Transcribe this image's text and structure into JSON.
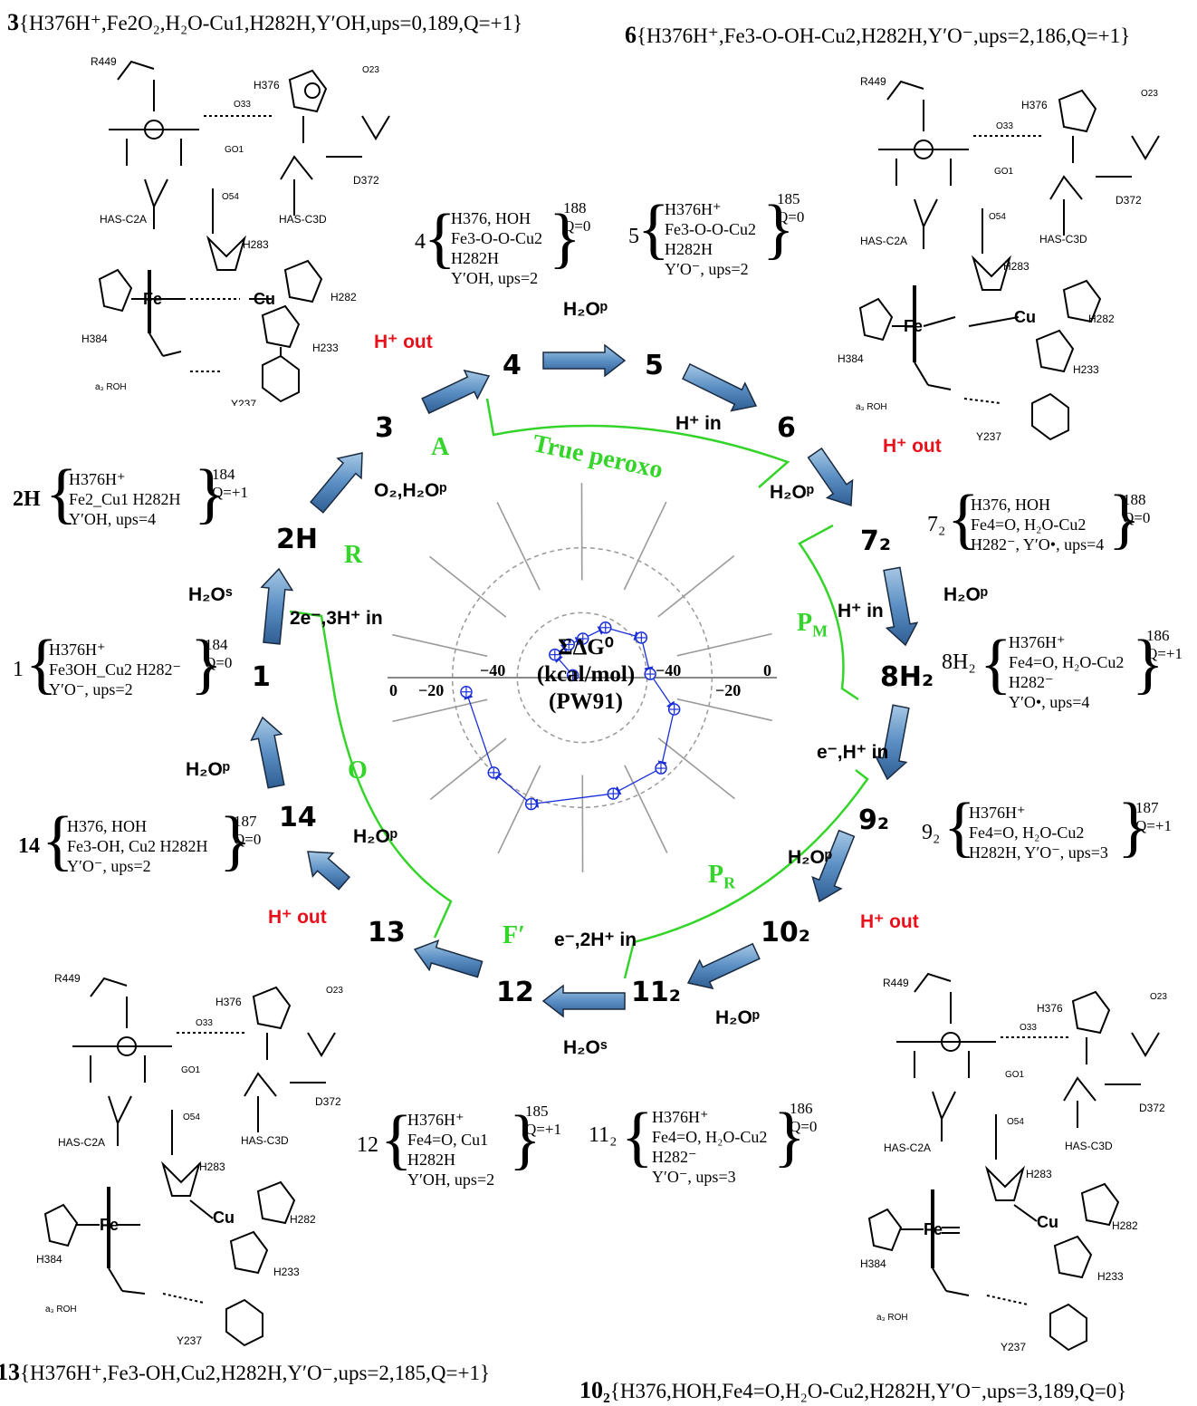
{
  "headers": {
    "tl": {
      "num": "3",
      "text": "{H376H⁺,Fe2O₂,H₂O-Cu1,H282H,Y′OH,ups=0,189,Q=+1}"
    },
    "tr": {
      "num": "6",
      "text": "{H376H⁺,Fe3-O-OH-Cu2,H282H,Y′O⁻,ups=2,186,Q=+1}"
    },
    "bl": {
      "num": "13",
      "text": "{H376H⁺,Fe3-OH,Cu2,H282H,Y′O⁻,ups=2,185,Q=+1}"
    },
    "br": {
      "num": "10₂",
      "text": "{H376,HOH,Fe4=O,H₂O-Cu2,H282H,Y′O⁻,ups=3,189,Q=0}"
    }
  },
  "states": {
    "s3": "3",
    "s4": "4",
    "s5": "5",
    "s6": "6",
    "s7": "7₂",
    "s8": "8H₂",
    "s9": "9₂",
    "s10": "10₂",
    "s11": "11₂",
    "s12": "12",
    "s13": "13",
    "s14": "14",
    "s1": "1",
    "s2H": "2H"
  },
  "phases": {
    "A": "A",
    "true_peroxo": "True peroxo",
    "PM": "P",
    "PM_sub": "M",
    "PR": "P",
    "PR_sub": "R",
    "Fp": "F′",
    "O": "O",
    "R": "R"
  },
  "reagents": {
    "hout_top": "H⁺ out",
    "h2op_top": "H₂Oᵖ",
    "hin_5": "H⁺ in",
    "h2op_6": "H₂Oᵖ",
    "hout_6": "H⁺ out",
    "hin_7": "H⁺ in",
    "h2op_7": "H₂Oᵖ",
    "ehin_8": "e⁻,H⁺ in",
    "h2op_9": "H₂Oᵖ",
    "hout_9": "H⁺ out",
    "h2op_10": "H₂Oᵖ",
    "e2hin_11": "e⁻,2H⁺ in",
    "h2os_12": "H₂Oˢ",
    "h2op_13": "H₂Oᵖ",
    "hout_13": "H⁺ out",
    "h2op_14": "H₂Oᵖ",
    "h2os_1": "H₂Oˢ",
    "e3hin_1": "2e⁻,3H⁺ in",
    "o2h2op_2H": "O₂,H₂Oᵖ"
  },
  "boxes": {
    "b4": {
      "lead": "4",
      "lines": [
        "H376, HOH",
        "Fe3-O-O-Cu2",
        "H282H",
        "Y′OH, ups=2"
      ],
      "num": "188",
      "q": "Q=0"
    },
    "b5": {
      "lead": "5",
      "lines": [
        "H376H⁺",
        "Fe3-O-O-Cu2",
        "H282H",
        "Y′O⁻, ups=2"
      ],
      "num": "185",
      "q": "Q=0"
    },
    "b2H": {
      "lead": "2H",
      "lines": [
        "H376H⁺",
        "Fe2_Cu1 H282H",
        "Y′OH, ups=4"
      ],
      "num": "184",
      "q": "Q=+1"
    },
    "b7": {
      "lead": "7₂",
      "lines": [
        "H376, HOH",
        "Fe4=O, H₂O-Cu2",
        "H282⁻, Y′O•, ups=4"
      ],
      "num": "188",
      "q": "Q=0"
    },
    "b1": {
      "lead": "1",
      "lines": [
        "H376H⁺",
        "Fe3OH_Cu2 H282⁻",
        "Y′O⁻, ups=2"
      ],
      "num": "184",
      "q": "Q=0"
    },
    "b8": {
      "lead": "8H₂",
      "lines": [
        "H376H⁺",
        "Fe4=O, H₂O-Cu2",
        "H282⁻",
        "Y′O•, ups=4"
      ],
      "num": "186",
      "q": "Q=+1"
    },
    "b14": {
      "lead": "14",
      "lines": [
        "H376, HOH",
        "Fe3-OH, Cu2 H282H",
        "Y′O⁻, ups=2"
      ],
      "num": "187",
      "q": "Q=0"
    },
    "b9": {
      "lead": "9₂",
      "lines": [
        "H376H⁺",
        "Fe4=O, H₂O-Cu2",
        "H282H, Y′O⁻, ups=3"
      ],
      "num": "187",
      "q": "Q=+1"
    },
    "b12": {
      "lead": "12",
      "lines": [
        "H376H⁺",
        "Fe4=O, Cu1",
        "H282H",
        "Y′OH, ups=2"
      ],
      "num": "185",
      "q": "Q=+1"
    },
    "b11": {
      "lead": "11₂",
      "lines": [
        "H376H⁺",
        "Fe4=O, H₂O-Cu2",
        "H282⁻",
        "Y′O⁻, ups=3"
      ],
      "num": "186",
      "q": "Q=0"
    }
  },
  "chart_data": {
    "type": "polar",
    "title_lines": [
      "ΣΔG⁰",
      "(kcal/mol)",
      "(PW91)"
    ],
    "radial_tick_labels": [
      "0",
      "−20",
      "−40",
      "−40",
      "−20",
      "0"
    ],
    "r_range": [
      0,
      -60
    ],
    "points": [
      {
        "angle_deg": 166,
        "value": -3
      },
      {
        "angle_deg": 140,
        "value": -11
      },
      {
        "angle_deg": 112,
        "value": -11
      },
      {
        "angle_deg": 89,
        "value": -12
      },
      {
        "angle_deg": 65,
        "value": -17
      },
      {
        "angle_deg": 34,
        "value": -22
      },
      {
        "angle_deg": 3,
        "value": -21
      },
      {
        "angle_deg": -19,
        "value": -30
      },
      {
        "angle_deg": -49,
        "value": -37
      },
      {
        "angle_deg": -75,
        "value": -37
      },
      {
        "angle_deg": -112,
        "value": -42
      },
      {
        "angle_deg": -133,
        "value": -40
      },
      {
        "angle_deg": -173,
        "value": -36
      }
    ]
  },
  "chem_labels": {
    "R449": "R449",
    "H376": "H376",
    "O23": "O23",
    "O33": "O33",
    "GO1": "GO1",
    "O54": "O54",
    "D372": "D372",
    "HASC2A": "HAS-C2A",
    "HASC3D": "HAS-C3D",
    "H283": "H283",
    "H282": "H282",
    "H233": "H233",
    "H384": "H384",
    "a3ROH": "a₃ ROH",
    "Y237": "Y237"
  }
}
